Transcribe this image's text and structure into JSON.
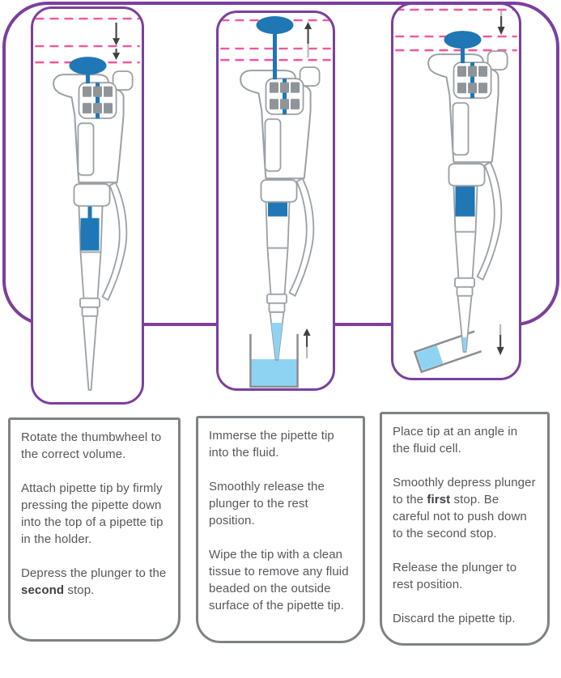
{
  "title": "Pipette usage instructions diagram",
  "colors": {
    "purple": "#7b3f9d",
    "blue": "#1f77b5",
    "pink": "#f3559f",
    "fluid": "#8ed4f2",
    "outline": "#9aa0a5",
    "boxborder": "#7f8285",
    "text": "#56575b"
  },
  "icons": {
    "down-arrow": "↓",
    "up-arrow": "↑",
    "stop-level-lines": "dashed pink plunger stop positions",
    "pipette": "single-channel micropipette illustration",
    "beaker": "open beaker with fluid",
    "fluid-cell": "tilted fluid cell with fluid"
  },
  "steps": [
    {
      "paragraphs": [
        [
          {
            "text": "Rotate the thumbwheel to the correct volume."
          }
        ],
        [
          {
            "text": "Attach pipette tip by firmly pressing the pipette down into the top of a pipette tip in the holder."
          }
        ],
        [
          {
            "text": "Depress the plunger to the "
          },
          {
            "text": "second",
            "bold": true
          },
          {
            "text": " stop."
          }
        ]
      ]
    },
    {
      "paragraphs": [
        [
          {
            "text": "Immerse the pipette tip into the fluid."
          }
        ],
        [
          {
            "text": "Smoothly release the plunger to the rest position."
          }
        ],
        [
          {
            "text": "Wipe the tip with a clean tissue to remove any fluid beaded on the outside surface of the pipette tip."
          }
        ]
      ]
    },
    {
      "paragraphs": [
        [
          {
            "text": "Place tip at an angle in the fluid cell."
          }
        ],
        [
          {
            "text": "Smoothly depress plunger to the "
          },
          {
            "text": "first",
            "bold": true
          },
          {
            "text": " stop. Be careful not to push down to the second stop."
          }
        ],
        [
          {
            "text": "Release the plunger to rest position."
          }
        ],
        [
          {
            "text": "Discard the pipette tip."
          }
        ]
      ]
    }
  ]
}
